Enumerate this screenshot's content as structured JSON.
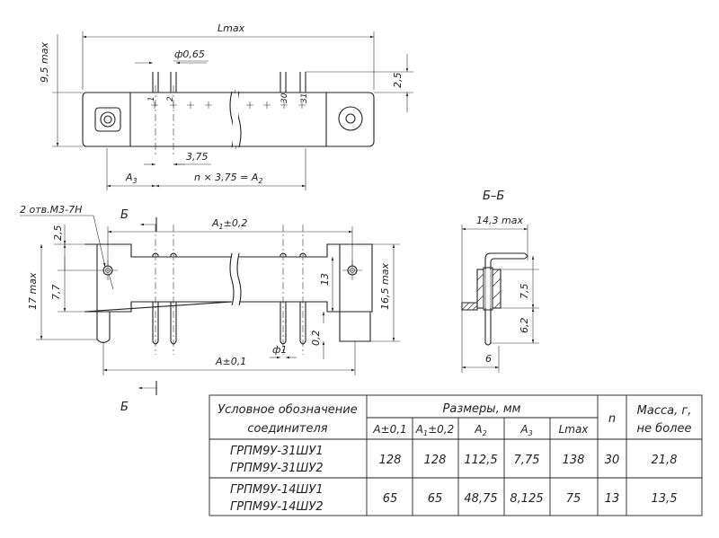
{
  "top_view": {
    "lmax": "Lmax",
    "height_max": "9,5 max",
    "pin_diameter": "ф0,65",
    "offset": "2,5",
    "pitch": "3,75",
    "pitch_formula": "n × 3,75 = A",
    "pitch_formula_sub": "2",
    "a3": "A",
    "a3_sub": "3",
    "pin1": "1",
    "pin2": "2",
    "pin30": "30",
    "pin31": "31"
  },
  "front_view": {
    "holes_note": "2 отв.М3-7Н",
    "section_mark_top": "Б",
    "section_mark_bottom": "Б",
    "a1": "A",
    "a1_sub": "1",
    "a1_tol": "±0,2",
    "a": "A±0,1",
    "h17": "17 max",
    "h77": "7,7",
    "h25": "2,5",
    "h13": "13",
    "h165": "16,5 max",
    "d1": "ф1",
    "d02": "0,2"
  },
  "section_view": {
    "title": "Б–Б",
    "width": "14,3 max",
    "h75": "7,5",
    "h62": "6,2",
    "w6": "6"
  },
  "table": {
    "header_designation_1": "Условное обозначение",
    "header_designation_2": "соединителя",
    "header_sizes": "Размеры, мм",
    "col_a": "A±0,1",
    "col_a1": "A",
    "col_a1_sub": "1",
    "col_a1_tol": "±0,2",
    "col_a2": "A",
    "col_a2_sub": "2",
    "col_a3": "A",
    "col_a3_sub": "3",
    "col_lmax": "Lmax",
    "col_n": "n",
    "col_mass_1": "Масса, г,",
    "col_mass_2": "не более",
    "rows": [
      {
        "name1": "ГРПМ9У-31ШУ1",
        "name2": "ГРПМ9У-31ШУ2",
        "a": "128",
        "a1": "128",
        "a2": "112,5",
        "a3": "7,75",
        "lmax": "138",
        "n": "30",
        "mass": "21,8"
      },
      {
        "name1": "ГРПМ9У-14ШУ1",
        "name2": "ГРПМ9У-14ШУ2",
        "a": "65",
        "a1": "65",
        "a2": "48,75",
        "a3": "8,125",
        "lmax": "75",
        "n": "13",
        "mass": "13,5"
      }
    ]
  }
}
